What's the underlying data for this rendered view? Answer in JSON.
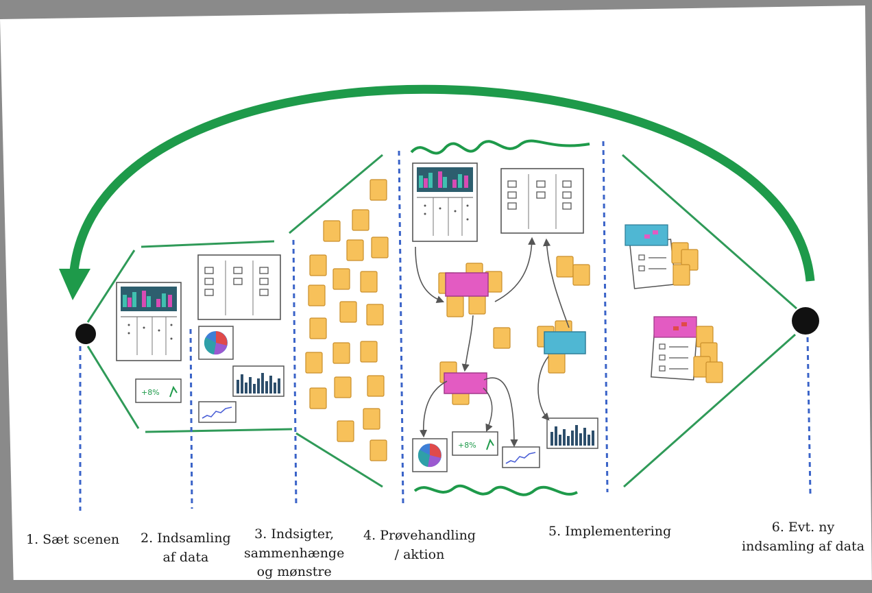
{
  "colors": {
    "green": "#1e9a4a",
    "green_light": "#3fae63",
    "dash_blue": "#3a63c8",
    "sticky": "#f7c15a",
    "sticky_edge": "#c98e2a",
    "pink": "#e35bc2",
    "cyan": "#4fb7d3",
    "sheet": "#ffffff"
  },
  "icons": [
    "loop-arrow-icon",
    "start-node-icon",
    "end-node-icon",
    "dashboard-icon",
    "layout-board-icon",
    "pie-chart-icon",
    "bar-chart-icon",
    "line-chart-icon",
    "kpi-card-icon",
    "sticky-note-icon"
  ],
  "phases": [
    {
      "lines": [
        "1.  Sæt scenen"
      ]
    },
    {
      "lines": [
        "2. Indsamling",
        "af data"
      ]
    },
    {
      "lines": [
        "3. Indsigter,",
        "sammenhænge",
        "og mønstre"
      ]
    },
    {
      "lines": [
        "4. Prøvehandling",
        "/ aktion"
      ]
    },
    {
      "lines": [
        "5. Implementering"
      ]
    },
    {
      "lines": [
        "6. Evt. ny",
        "indsamling af data"
      ]
    }
  ],
  "kpi_text": "+8%"
}
